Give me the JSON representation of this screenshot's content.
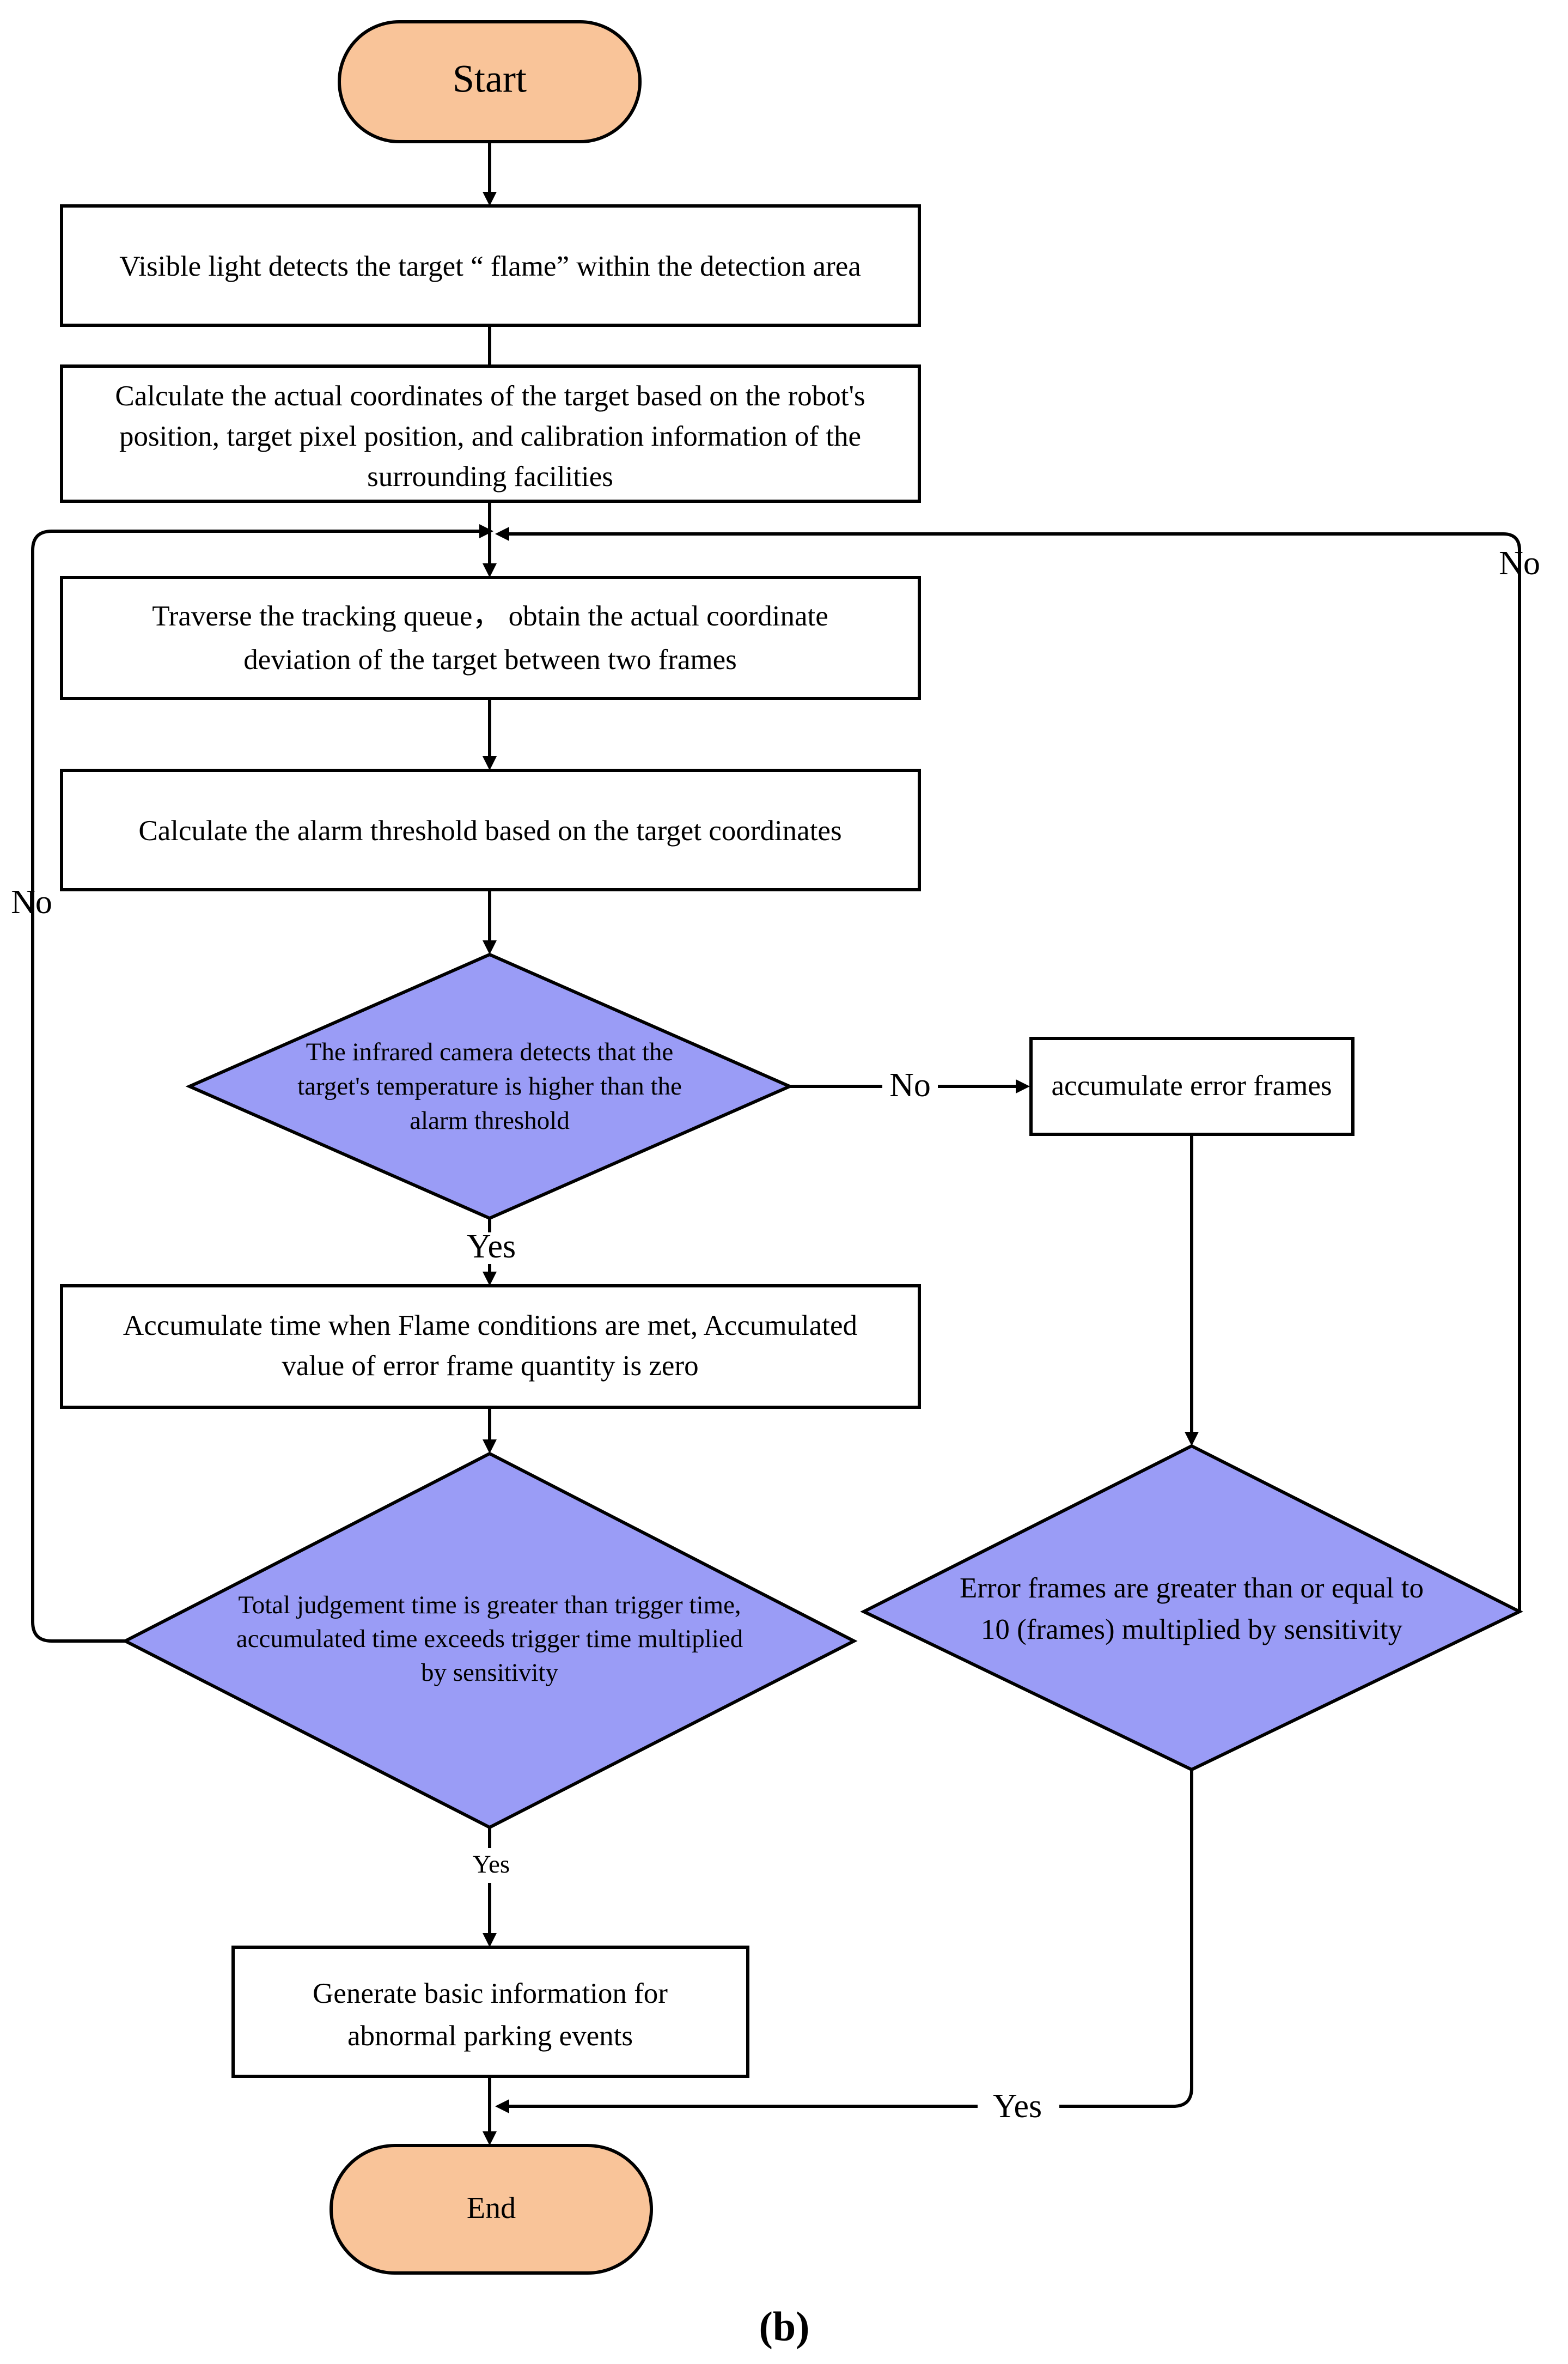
{
  "nodes": {
    "start": "Start",
    "detect": "Visible light detects the target “ flame” within the detection area",
    "calc_coords": [
      "Calculate the actual coordinates of the target based on the robot's",
      "position, target pixel position, and calibration information of the",
      "surrounding facilities"
    ],
    "traverse": [
      "Traverse the tracking queue， obtain the actual coordinate",
      "deviation of the target between two frames"
    ],
    "alarm_threshold": "Calculate the alarm threshold based on the target coordinates",
    "infrared_check": [
      "The infrared camera detects that the",
      "target's temperature is higher than the",
      "alarm threshold"
    ],
    "accumulate_error": "accumulate error frames",
    "accumulate_time": [
      "Accumulate time when Flame conditions are met, Accumulated",
      "value of error frame quantity is zero"
    ],
    "judgement": [
      "Total judgement time is greater than trigger time,",
      "accumulated time exceeds trigger time multiplied",
      "by sensitivity"
    ],
    "error_frames_check": [
      "Error frames are greater than or equal to",
      "10 (frames) multiplied by sensitivity"
    ],
    "generate": [
      "Generate basic information for",
      "abnormal parking events"
    ],
    "end": "End"
  },
  "labels": {
    "infrared_no": "No",
    "infrared_yes": "Yes",
    "judgement_no": "No",
    "judgement_yes": "Yes",
    "error_no": "No",
    "error_yes": "Yes"
  },
  "caption": "(b)",
  "colors": {
    "terminal_fill": "#f9c499",
    "decision_fill": "#9a9cf6",
    "process_fill": "#ffffff",
    "stroke": "#000000"
  }
}
